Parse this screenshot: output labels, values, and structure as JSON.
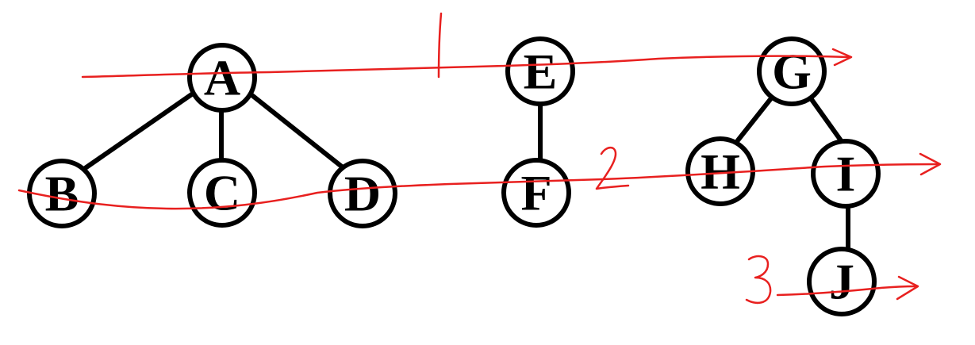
{
  "colors": {
    "node_stroke": "#000000",
    "node_fill": "#ffffff",
    "annotation": "#e8201f"
  },
  "nodes": {
    "a": "A",
    "b": "B",
    "c": "C",
    "d": "D",
    "e": "E",
    "f": "F",
    "g": "G",
    "h": "H",
    "i": "I",
    "j": "J"
  },
  "edges": [
    [
      "A",
      "B"
    ],
    [
      "A",
      "C"
    ],
    [
      "A",
      "D"
    ],
    [
      "E",
      "F"
    ],
    [
      "G",
      "H"
    ],
    [
      "G",
      "I"
    ],
    [
      "I",
      "J"
    ]
  ],
  "levels": {
    "level_1": "1",
    "level_2": "2",
    "level_3": "3"
  }
}
